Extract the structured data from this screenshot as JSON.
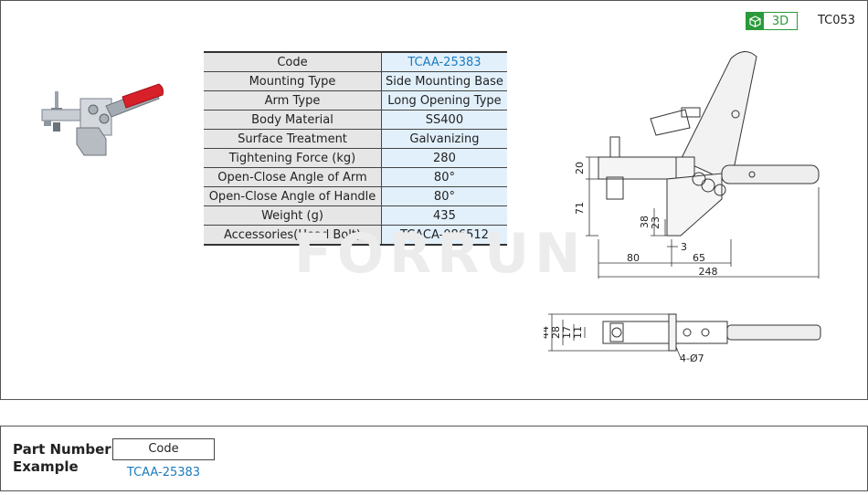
{
  "badge": {
    "label": "3D",
    "icon": "cube-icon"
  },
  "page_code": "TC053",
  "specs": [
    {
      "key": "Code",
      "value": "TCAA-25383"
    },
    {
      "key": "Mounting Type",
      "value": "Side Mounting Base"
    },
    {
      "key": "Arm Type",
      "value": "Long Opening Type"
    },
    {
      "key": "Body Material",
      "value": "SS400"
    },
    {
      "key": "Surface Treatment",
      "value": "Galvanizing"
    },
    {
      "key": "Tightening Force (kg)",
      "value": "280"
    },
    {
      "key": "Open-Close Angle of Arm",
      "value": "80°"
    },
    {
      "key": "Open-Close  Angle of Handle",
      "value": "80°"
    },
    {
      "key": "Weight (g)",
      "value": "435"
    },
    {
      "key": "Accessories(Head Bolt)",
      "value": "TCACA-086512"
    }
  ],
  "watermark": "FORRUN",
  "dimensions": {
    "d20": "20",
    "d71": "71",
    "d38": "38",
    "d23": "23",
    "d3": "3",
    "d80": "80",
    "d65": "65",
    "d248": "248",
    "d44": "44",
    "d28": "28",
    "d17": "17",
    "d11": "11",
    "holes": "4-Ø7"
  },
  "part_number": {
    "label_line1": "Part Number",
    "label_line2": "Example",
    "box_label": "Code",
    "code": "TCAA-25383"
  },
  "colors": {
    "accent_blue": "#1a7bbf",
    "badge_green": "#2a9a3a",
    "handle_red": "#d8202a"
  }
}
